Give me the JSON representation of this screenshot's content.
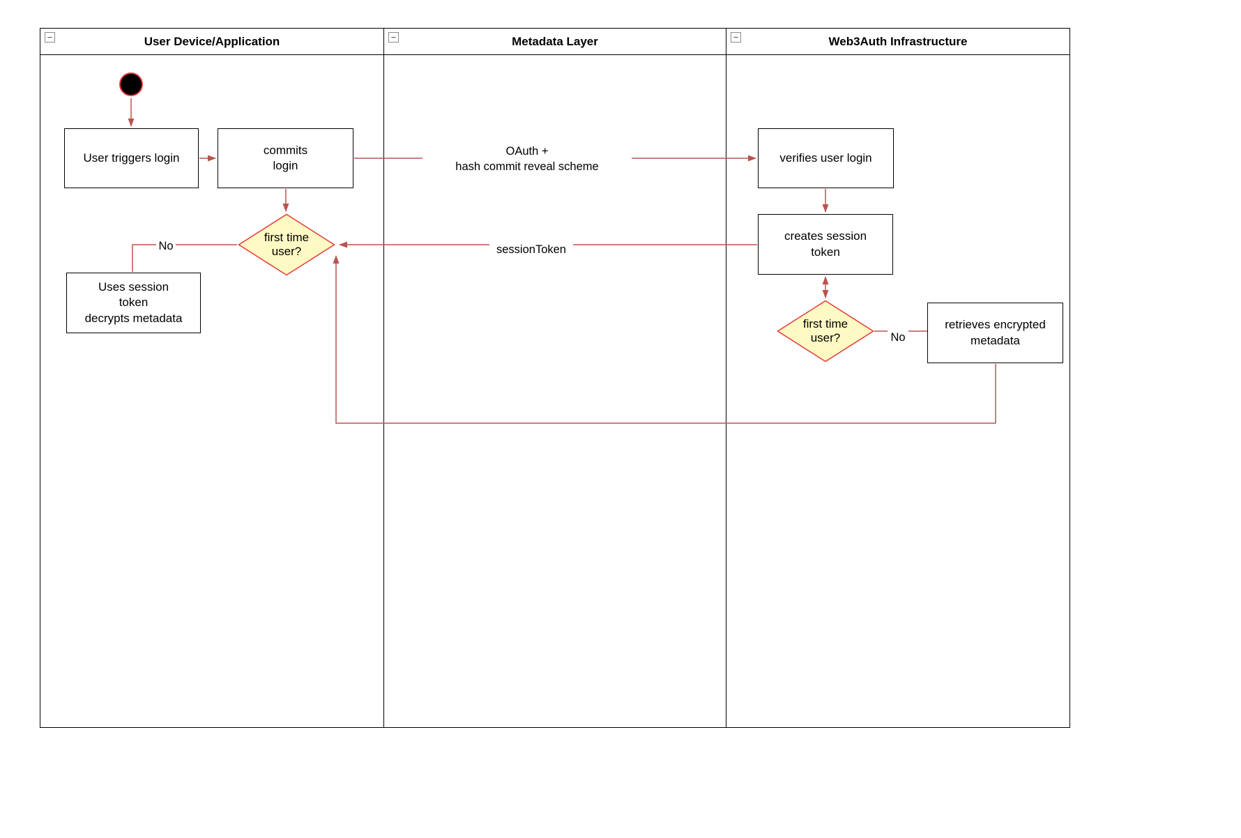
{
  "lanes": [
    {
      "title": "User Device/Application"
    },
    {
      "title": "Metadata Layer"
    },
    {
      "title": "Web3Auth Infrastructure"
    }
  ],
  "icons": {
    "collapse": "−"
  },
  "nodes": {
    "user_triggers_login": {
      "label": "User triggers login"
    },
    "commits_login": {
      "label": "commits\nlogin"
    },
    "first_time_user_left": {
      "label": "first time\nuser?"
    },
    "uses_session_token": {
      "label": "Uses session\ntoken\ndecrypts metadata"
    },
    "verifies_user_login": {
      "label": "verifies user login"
    },
    "creates_session_token": {
      "label": "creates session\ntoken"
    },
    "first_time_user_right": {
      "label": "first time\nuser?"
    },
    "retrieves_encrypted_metadata": {
      "label": "retrieves encrypted\nmetadata"
    }
  },
  "edge_labels": {
    "oauth": "OAuth +\nhash commit reveal scheme",
    "session_token": "sessionToken",
    "no_left": "No",
    "no_right": "No"
  },
  "colors": {
    "edge": "#b85450",
    "node_fill": "#ffffff",
    "node_border": "#000000",
    "diamond_fill": "#fff9c4",
    "diamond_border": "#e53935",
    "start_fill": "#000000",
    "start_ring": "#e53935"
  }
}
